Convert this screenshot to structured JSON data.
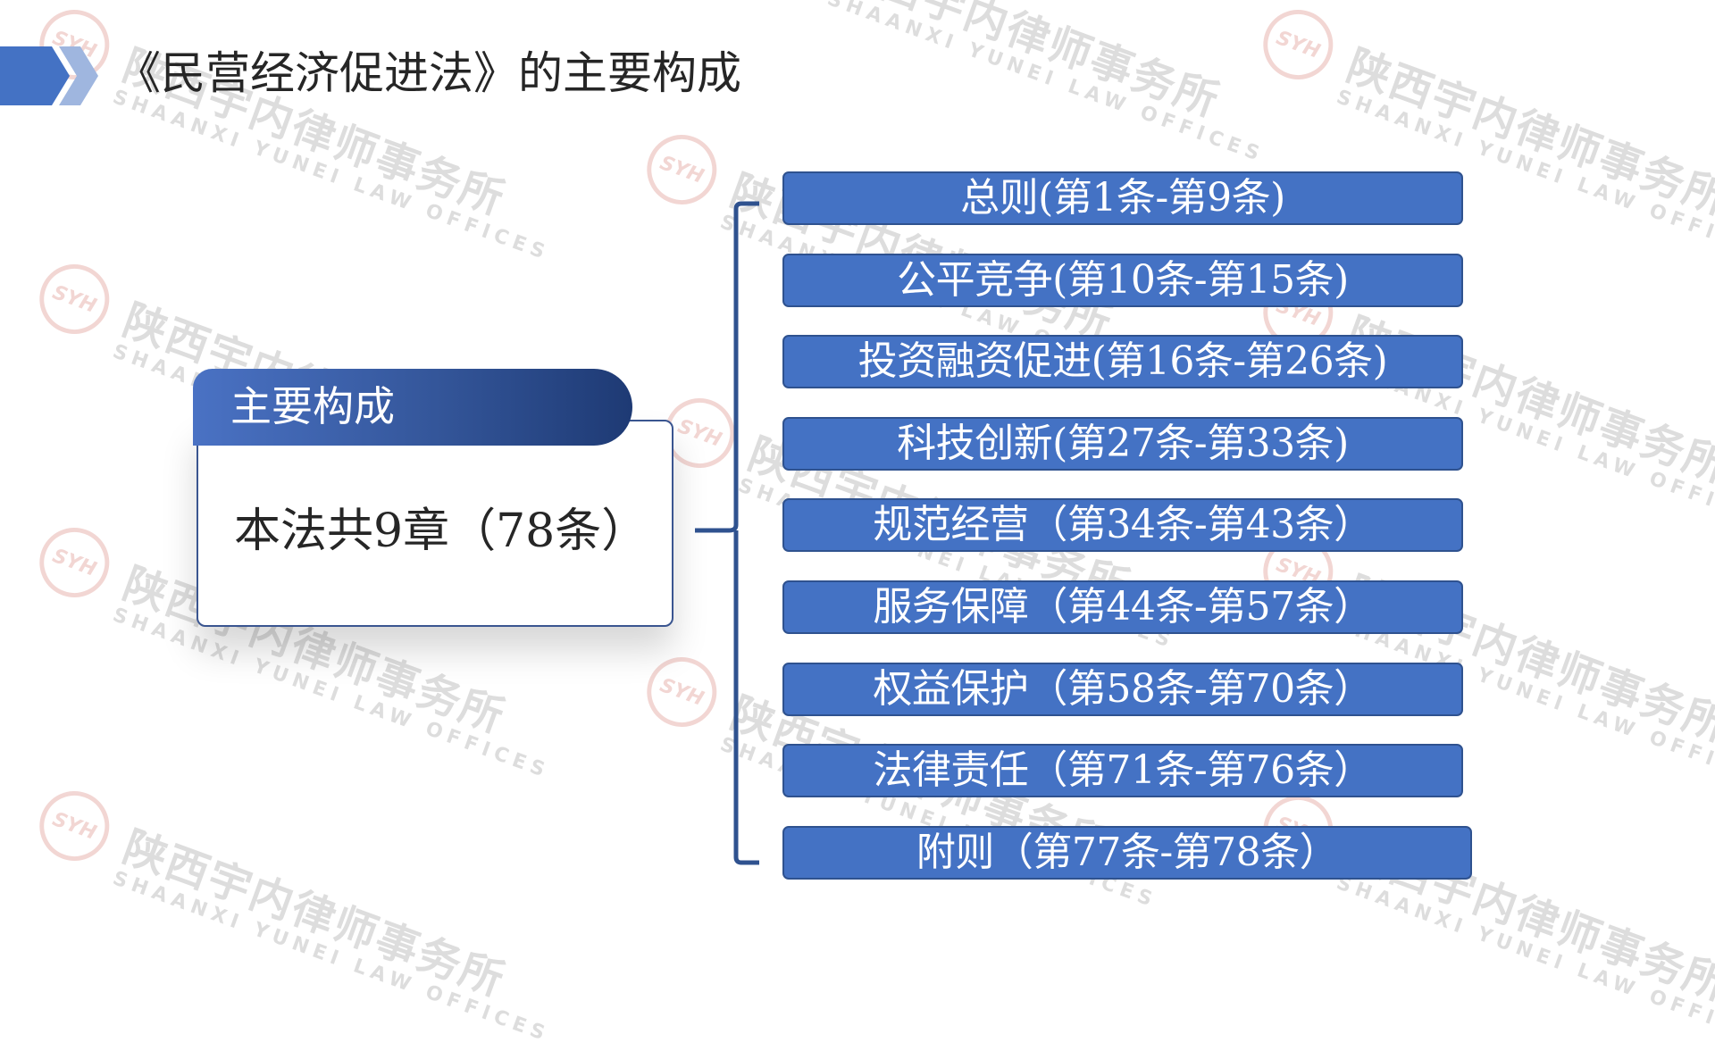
{
  "title": "《民营经济促进法》的主要构成",
  "colors": {
    "primary": "#4472c4",
    "primary_border": "#2f528f",
    "dark_navy": "#1e3a74",
    "watermark_red": "#c0392b"
  },
  "card": {
    "header": "主要构成",
    "body": "本法共9章（78条）"
  },
  "chapters": [
    {
      "label": "总则(第1条-第9条)"
    },
    {
      "label": "公平竞争(第10条-第15条)"
    },
    {
      "label": "投资融资促进(第16条-第26条)"
    },
    {
      "label": "科技创新(第27条-第33条)"
    },
    {
      "label": "规范经营（第34条-第43条）"
    },
    {
      "label": "服务保障（第44条-第57条）"
    },
    {
      "label": "权益保护（第58条-第70条）"
    },
    {
      "label": "法律责任（第71条-第76条）"
    },
    {
      "label": "附则（第77条-第78条）"
    }
  ],
  "watermark": {
    "seal_text": "SYH",
    "name_cn": "陕西宇内律师事务所",
    "name_en": "SHAANXI YUNEI LAW OFFICES"
  }
}
